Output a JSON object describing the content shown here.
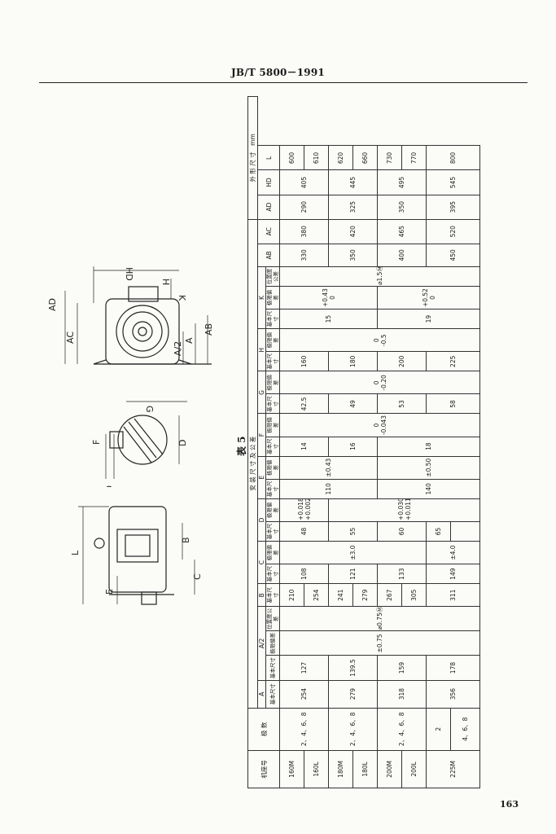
{
  "header": {
    "standard": "JB/T 5800－1991"
  },
  "page_number": "163",
  "table_title": "表 5",
  "drawing": {
    "end_view_labels": [
      "HD",
      "H",
      "K",
      "AD",
      "AC",
      "A/2",
      "A",
      "AB"
    ],
    "shaft_view_labels": [
      "G",
      "F",
      "D",
      "GE"
    ],
    "side_view_labels": [
      "L",
      "B",
      "C",
      "E"
    ]
  },
  "table": {
    "unit": "mm",
    "group_install": "安 装 尺 寸 及 公 差",
    "group_outline": "外 形 尺 寸",
    "col_frame": "机座号",
    "col_poles": "极 数",
    "sub": {
      "A": "A",
      "A2": "A/2",
      "B": "B",
      "C": "C",
      "D": "D",
      "E": "E",
      "F": "F",
      "G": "G",
      "H": "H",
      "K": "K"
    },
    "lbl_basic": "基本尺寸",
    "lbl_dev": "极限偏差",
    "lbl_pos": "位置度公差",
    "outline_cols": [
      "AB",
      "AC",
      "AD",
      "HD",
      "L"
    ],
    "rows": [
      {
        "frame": "160M",
        "poles": "2、4、6、8",
        "A": "254",
        "A2": "127",
        "B": "210",
        "C": "108",
        "D": "48",
        "D_dev": "+0.018\n+0.002",
        "E": "110",
        "F": "14",
        "G": "42.5",
        "H": "160",
        "K": "15",
        "AB": "330",
        "AC": "380",
        "AD": "290",
        "HD": "405",
        "L": "600"
      },
      {
        "frame": "160L",
        "poles": "",
        "A": "",
        "A2": "",
        "B": "254",
        "C": "",
        "D": "",
        "D_dev": "",
        "E": "",
        "F": "",
        "G": "",
        "H": "",
        "K": "",
        "AB": "",
        "AC": "",
        "AD": "",
        "HD": "",
        "L": "610"
      },
      {
        "frame": "180M",
        "poles": "2、4、6、8",
        "A": "279",
        "A2": "139.5",
        "B": "241",
        "C": "121",
        "D": "55",
        "D_dev": "",
        "E": "",
        "F": "16",
        "G": "49",
        "H": "180",
        "K": "",
        "AB": "350",
        "AC": "420",
        "AD": "325",
        "HD": "445",
        "L": "620"
      },
      {
        "frame": "180L",
        "poles": "",
        "A": "",
        "A2": "",
        "B": "279",
        "C": "",
        "D": "",
        "D_dev": "",
        "E": "",
        "F": "",
        "G": "",
        "H": "",
        "K": "",
        "AB": "",
        "AC": "",
        "AD": "",
        "HD": "",
        "L": "660"
      },
      {
        "frame": "200M",
        "poles": "2、4、6、8",
        "A": "318",
        "A2": "159",
        "B": "267",
        "C": "133",
        "D": "60",
        "D_dev": "+0.030\n+0.011",
        "E": "140",
        "F": "18",
        "G": "53",
        "H": "200",
        "K": "19",
        "AB": "400",
        "AC": "465",
        "AD": "350",
        "HD": "495",
        "L": "730"
      },
      {
        "frame": "200L",
        "poles": "",
        "A": "",
        "A2": "",
        "B": "305",
        "C": "",
        "D": "",
        "D_dev": "",
        "E": "",
        "F": "",
        "G": "",
        "H": "",
        "K": "",
        "AB": "",
        "AC": "",
        "AD": "",
        "HD": "",
        "L": "770"
      },
      {
        "frame": "225M",
        "poles": "2",
        "A": "356",
        "A2": "178",
        "B": "311",
        "C": "149",
        "D": "65",
        "D_dev": "",
        "E": "",
        "F": "",
        "G": "58",
        "H": "225",
        "K": "",
        "AB": "450",
        "AC": "520",
        "AD": "395",
        "HD": "545",
        "L": "800"
      },
      {
        "frame": "",
        "poles": "4、6、8",
        "A": "",
        "A2": "",
        "B": "",
        "C": "",
        "D": "",
        "D_dev": "",
        "E": "",
        "F": "",
        "G": "",
        "H": "",
        "K": "",
        "AB": "",
        "AC": "",
        "AD": "",
        "HD": "",
        "L": ""
      }
    ],
    "tol": {
      "A2_dev": "±0.75",
      "A2_pos": "⌀0.75Ⓜ",
      "C_dev_1": "±3.0",
      "C_dev_2": "±4.0",
      "E_dev_1": "±0.43",
      "E_dev_2": "±0.50",
      "F_dev": "0\n-0.043",
      "G_dev": "0\n-0.20",
      "H_dev": "0\n-0.5",
      "K_dev_1": "+0.43\n0",
      "K_dev_2": "+0.52\n0",
      "K_pos": "⌀1.5Ⓜ"
    }
  }
}
